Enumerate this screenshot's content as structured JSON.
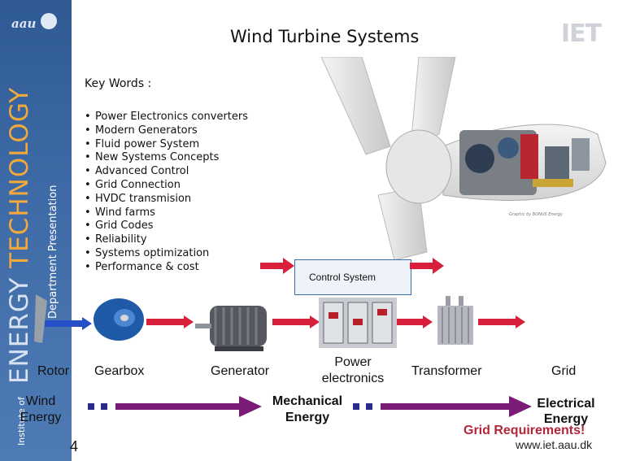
{
  "slide": {
    "title": "Wind Turbine Systems",
    "sidebar_text_energy": "ENERGY",
    "sidebar_text_technology": "TECHNOLOGY",
    "sidebar_text_department": "Department Presentation",
    "sidebar_text_institute": "Institute of",
    "aau_logo_text": "aau",
    "iet_logo_text": "IET",
    "keywords_label": "Key Words :",
    "keywords": [
      "Power Electronics converters",
      "Modern Generators",
      "Fluid power System",
      "New Systems Concepts",
      "Advanced Control",
      "Grid Connection",
      "HVDC transmision",
      "Wind farms",
      "Grid Codes",
      "Reliability",
      "Systems optimization",
      "Performance & cost"
    ],
    "image_credit": "Graphic by BONUS Energy",
    "control_system": "Control System",
    "chain": {
      "rotor": "Rotor",
      "gearbox": "Gearbox",
      "generator": "Generator",
      "power_electronics_line1": "Power",
      "power_electronics_line2": "electronics",
      "transformer": "Transformer",
      "grid": "Grid"
    },
    "energy": {
      "wind_line1": "Wind",
      "wind_line2": "Energy",
      "mechanical_line1": "Mechanical",
      "mechanical_line2": "Energy",
      "electrical_line1": "Electrical",
      "electrical_line2": "Energy",
      "grid_requirements": "Grid Requirements!"
    },
    "page_number": "4",
    "url": "www.iet.aau.dk",
    "colors": {
      "sidebar_blue": "#3d6aa6",
      "accent_orange": "#f2a93b",
      "arrow_red": "#d9203a",
      "arrow_dark_blue": "#2a2a8a",
      "grid_req_red": "#b3263a"
    }
  }
}
